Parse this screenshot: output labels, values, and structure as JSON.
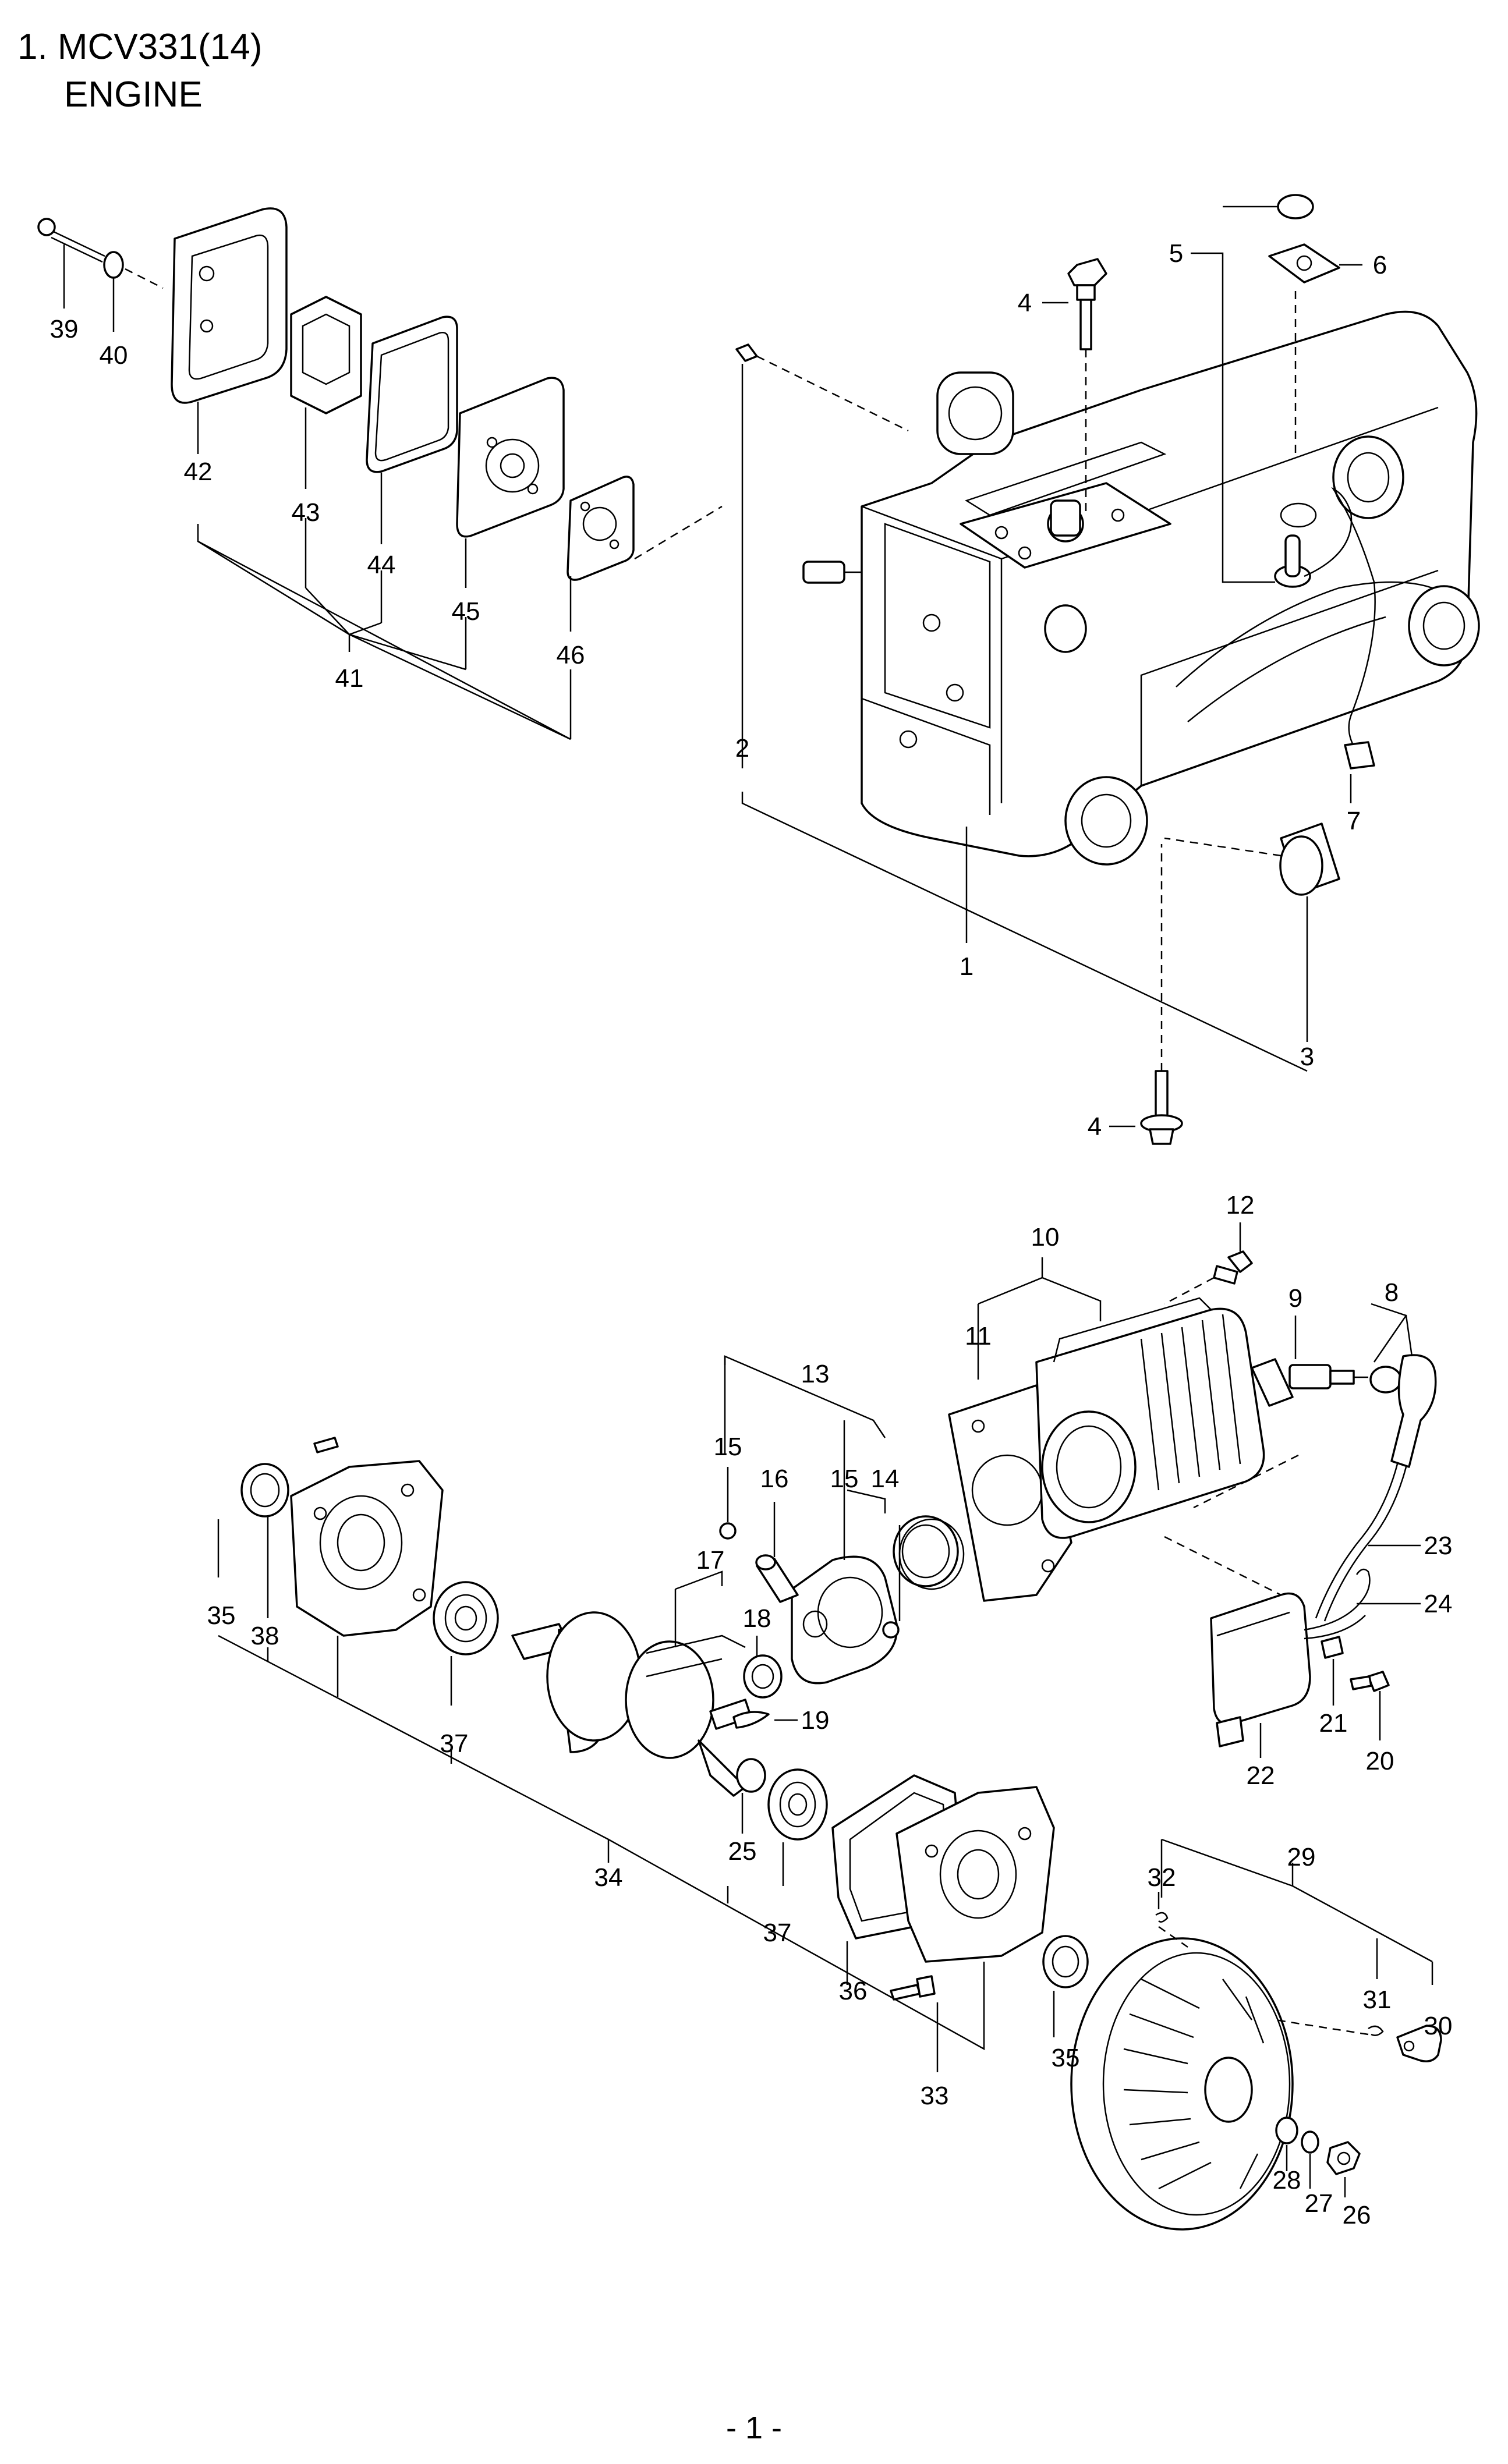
{
  "page_header": {
    "title": "1. MCV331(14)",
    "subtitle": "ENGINE"
  },
  "callouts": {
    "c1": "1",
    "c2": "2",
    "c3": "3",
    "c4a": "4",
    "c4b": "4",
    "c5": "5",
    "c6": "6",
    "c7": "7",
    "c8": "8",
    "c9": "9",
    "c10": "10",
    "c11": "11",
    "c12": "12",
    "c13": "13",
    "c14": "14",
    "c15a": "15",
    "c15b": "15",
    "c16": "16",
    "c17": "17",
    "c18": "18",
    "c19": "19",
    "c20": "20",
    "c21": "21",
    "c22": "22",
    "c23": "23",
    "c24": "24",
    "c25": "25",
    "c26": "26",
    "c27": "27",
    "c28": "28",
    "c29": "29",
    "c30": "30",
    "c31": "31",
    "c32": "32",
    "c33": "33",
    "c34": "34",
    "c35a": "35",
    "c35b": "35",
    "c36": "36",
    "c37a": "37",
    "c37b": "37",
    "c38": "38",
    "c39": "39",
    "c40": "40",
    "c41": "41",
    "c42": "42",
    "c43": "43",
    "c44": "44",
    "c45": "45",
    "c46": "46"
  },
  "page_footer": {
    "page_number": "- 1 -"
  }
}
